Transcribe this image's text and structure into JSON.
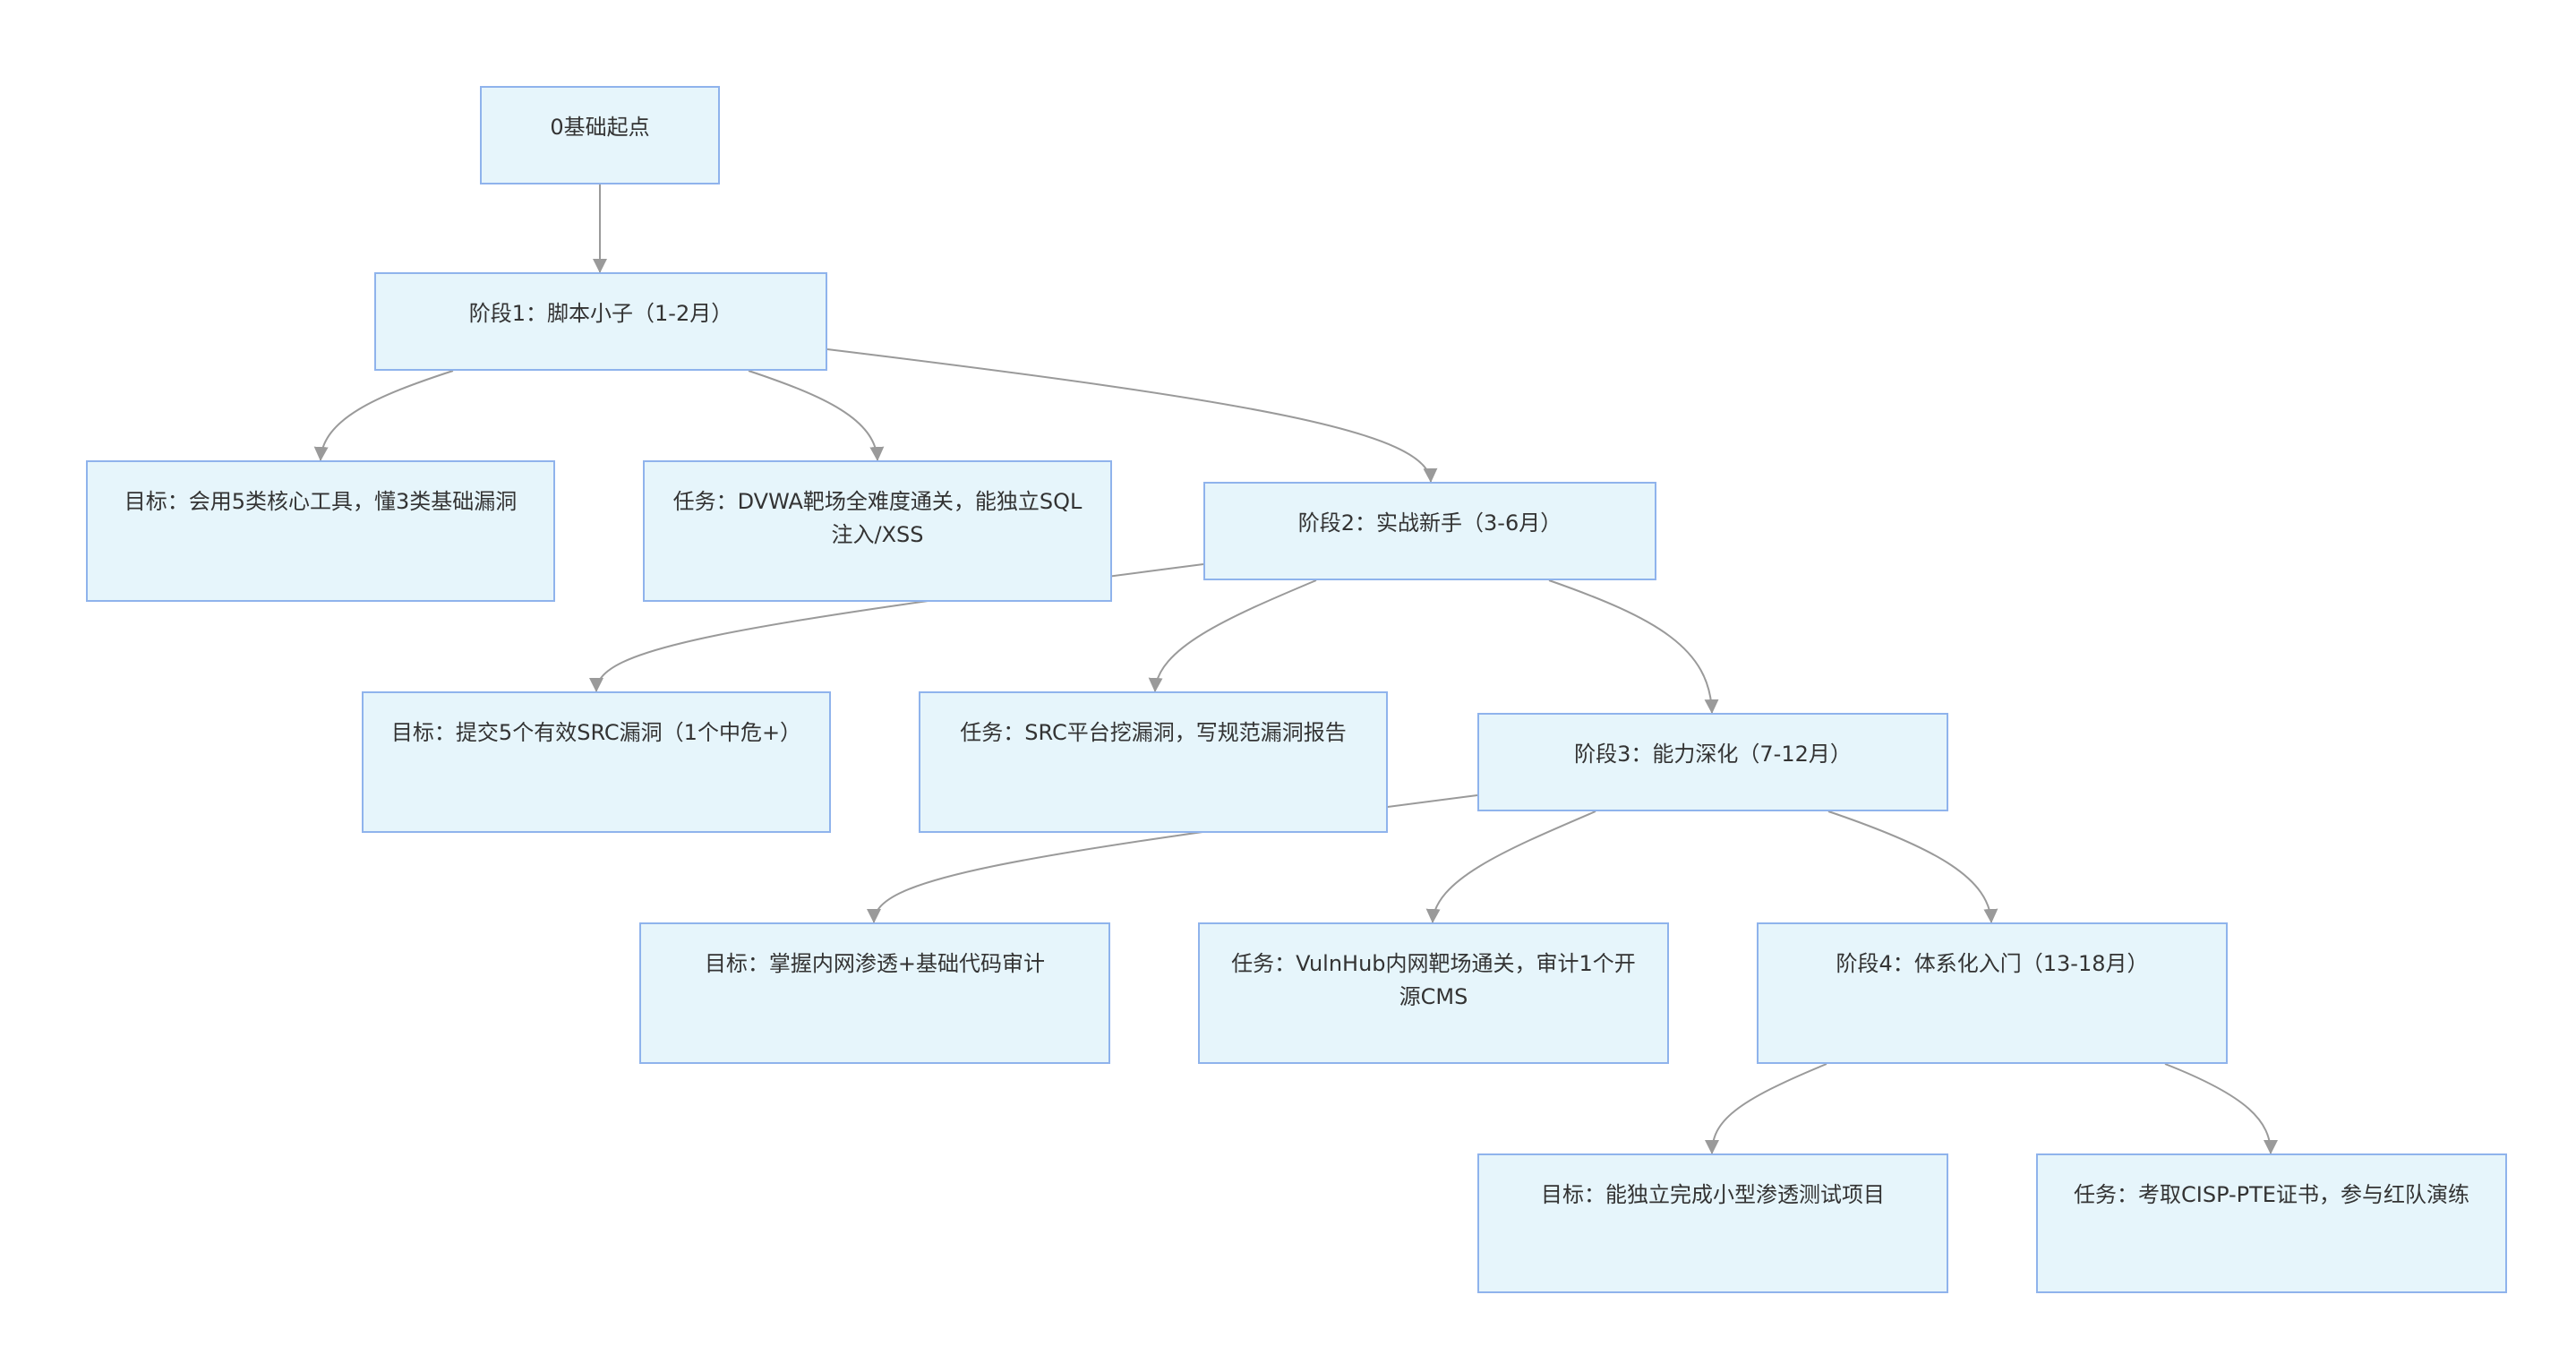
{
  "diagram": {
    "type": "flowchart",
    "colors": {
      "node_fill": "#e6f5fb",
      "node_border": "#8fb3ec",
      "edge": "#9a9a9a",
      "text": "#333333"
    },
    "nodes": [
      {
        "id": "start",
        "label": "0基础起点"
      },
      {
        "id": "stage1",
        "label": "阶段1：脚本小子（1-2月）"
      },
      {
        "id": "goal1",
        "label": "目标：会用5类核心工具，懂3类基础漏洞"
      },
      {
        "id": "task1",
        "label": "任务：DVWA靶场全难度通关，能独立SQL注入/XSS"
      },
      {
        "id": "stage2",
        "label": "阶段2：实战新手（3-6月）"
      },
      {
        "id": "goal2",
        "label": "目标：提交5个有效SRC漏洞（1个中危+）"
      },
      {
        "id": "task2",
        "label": "任务：SRC平台挖漏洞，写规范漏洞报告"
      },
      {
        "id": "stage3",
        "label": "阶段3：能力深化（7-12月）"
      },
      {
        "id": "goal3",
        "label": "目标：掌握内网渗透+基础代码审计"
      },
      {
        "id": "task3",
        "label": "任务：VulnHub内网靶场通关，审计1个开源CMS"
      },
      {
        "id": "stage4",
        "label": "阶段4：体系化入门（13-18月）"
      },
      {
        "id": "goal4",
        "label": "目标：能独立完成小型渗透测试项目"
      },
      {
        "id": "task4",
        "label": "任务：考取CISP-PTE证书，参与红队演练"
      }
    ],
    "edges": [
      {
        "from": "start",
        "to": "stage1"
      },
      {
        "from": "stage1",
        "to": "goal1"
      },
      {
        "from": "stage1",
        "to": "task1"
      },
      {
        "from": "stage1",
        "to": "stage2"
      },
      {
        "from": "stage2",
        "to": "goal2"
      },
      {
        "from": "stage2",
        "to": "task2"
      },
      {
        "from": "stage2",
        "to": "stage3"
      },
      {
        "from": "stage3",
        "to": "goal3"
      },
      {
        "from": "stage3",
        "to": "task3"
      },
      {
        "from": "stage3",
        "to": "stage4"
      },
      {
        "from": "stage4",
        "to": "goal4"
      },
      {
        "from": "stage4",
        "to": "task4"
      }
    ]
  }
}
